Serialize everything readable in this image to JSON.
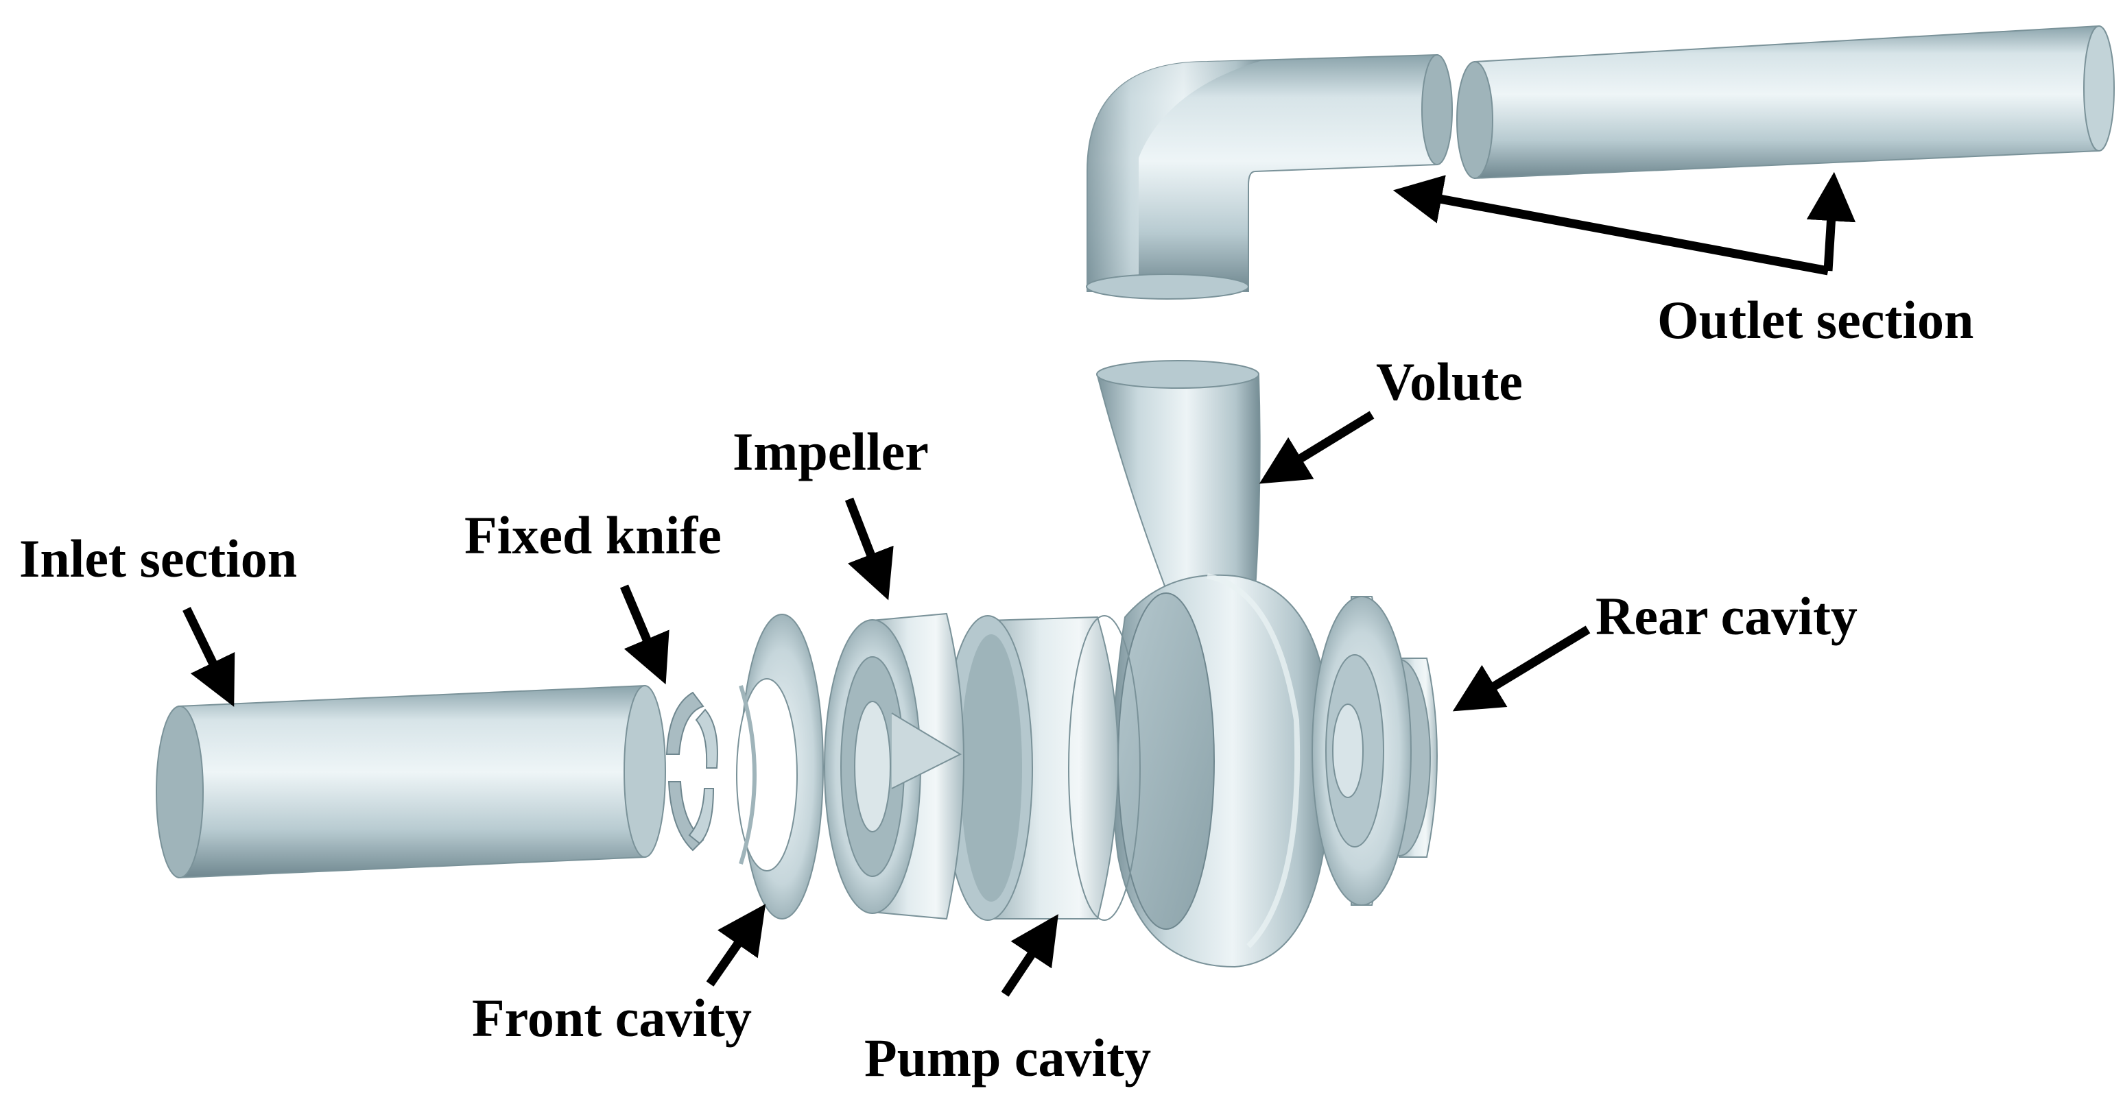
{
  "figure": {
    "labels": {
      "inlet_section": "Inlet section",
      "fixed_knife": "Fixed knife",
      "impeller": "Impeller",
      "volute": "Volute",
      "outlet_section": "Outlet section",
      "rear_cavity": "Rear cavity",
      "front_cavity": "Front cavity",
      "pump_cavity": "Pump cavity"
    },
    "colors": {
      "part_light": "#e4eef2",
      "part_mid": "#b9cdd4",
      "part_dark": "#7f979f",
      "part_face": "#a9bcc2",
      "arrow": "#000000",
      "background": "#ffffff"
    }
  }
}
